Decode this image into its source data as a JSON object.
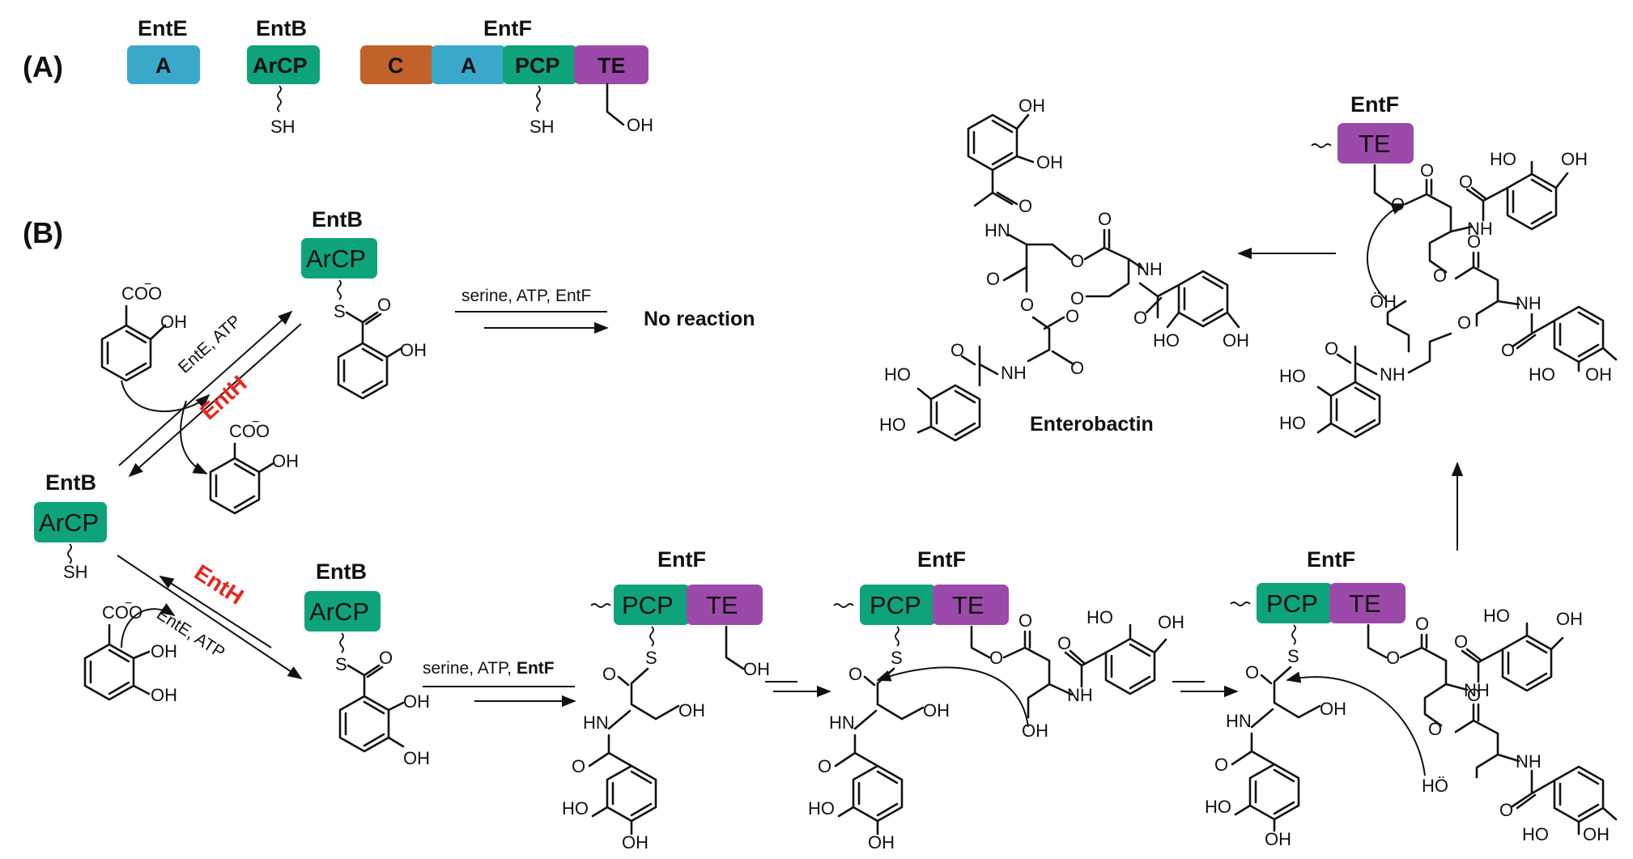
{
  "panel_labels": {
    "a": "(A)",
    "b": "(B)"
  },
  "colors": {
    "A": "#3aa9c9",
    "ArCP": "#0fa37b",
    "PCP": "#0fa37b",
    "C": "#c0622a",
    "TE": "#9b4aa9",
    "EntH": "#e8251f"
  },
  "panelA": {
    "entE": {
      "name": "EntE",
      "domain": "A"
    },
    "entB": {
      "name": "EntB",
      "domain": "ArCP",
      "sh": "SH"
    },
    "entF": {
      "name": "EntF",
      "domains": [
        "C",
        "A",
        "PCP",
        "TE"
      ],
      "sh": "SH",
      "oh": "OH"
    }
  },
  "panelB": {
    "entB_label": "EntB",
    "arcp": "ArCP",
    "pcp": "PCP",
    "te": "TE",
    "entF_label": "EntF",
    "enth": "EntH",
    "ente_atp": "EntE, ATP",
    "serine_atp_entf": "serine, ATP, EntF",
    "serine_atp": "serine, ATP, ",
    "entf_bold": "EntF",
    "no_reaction": "No reaction",
    "enterobactin": "Enterobactin",
    "atoms": {
      "coo": "COO",
      "minus": "−",
      "oh": "OH",
      "ho": "HO",
      "sh": "SH",
      "s": "S",
      "o": "O",
      "nh": "NH",
      "hn": "HN",
      "oh_lone": "ÖH",
      "ho_lone": "HÖ"
    }
  }
}
